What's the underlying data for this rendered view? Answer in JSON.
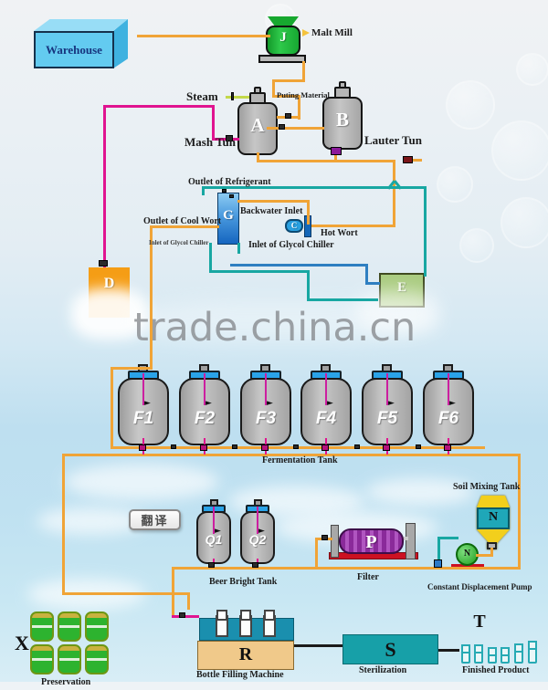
{
  "watermark": "trade.china.cn",
  "translate_button_label": "翻译",
  "eq": {
    "warehouse": {
      "label": "Warehouse"
    },
    "malt_mill": {
      "letter": "J",
      "label": "Malt Mill"
    },
    "mash_tun": {
      "letter": "A",
      "label": "Mash Tun"
    },
    "lauter_tun": {
      "letter": "B",
      "label": "Lauter Tun"
    },
    "heat_exchanger": {
      "letter": "G"
    },
    "wort_pump": {
      "letter": "C"
    },
    "tank_d": {
      "letter": "D"
    },
    "tank_e": {
      "letter": "E"
    },
    "fermentation": {
      "label": "Fermentation Tank",
      "tanks": [
        "F1",
        "F2",
        "F3",
        "F4",
        "F5",
        "F6"
      ]
    },
    "beer_bright": {
      "label": "Beer Bright Tank",
      "tanks": [
        "Q1",
        "Q2"
      ]
    },
    "filter": {
      "letter": "P",
      "label": "Filter"
    },
    "soil_mixing_tank": {
      "letter": "N",
      "label": "Soil Mixing Tank"
    },
    "displacement_pump": {
      "letter": "N",
      "label": "Constant Displacement Pump"
    },
    "preservation": {
      "letter": "X",
      "label": "Preservation"
    },
    "bottle_filling": {
      "letter": "R",
      "label": "Bottle Filling Machine"
    },
    "sterilization": {
      "letter": "S",
      "label": "Sterilization"
    },
    "finished_product": {
      "letter": "T",
      "label": "Finished Product"
    }
  },
  "pipe_labels": {
    "steam": "Steam",
    "puting_material": "Puting Material",
    "outlet_of_refrigerant": "Outlet of Refrigerant",
    "backwater_inlet": "Backwater Inlet",
    "outlet_of_cool_wort": "Outlet of Cool Wort",
    "inlet_of_glycol_chiller": "Inlet of Glycol Chiller",
    "inlet_of_glycol_chiller_small": "Inlet of Glycol Chiller",
    "hot_wort": "Hot Wort"
  },
  "colors": {
    "wort_pipe": "#f0a437",
    "steam_pipe": "#e01490",
    "glycol_pipe": "#18a7a2",
    "backwater_pipe": "#2e7fc1"
  }
}
